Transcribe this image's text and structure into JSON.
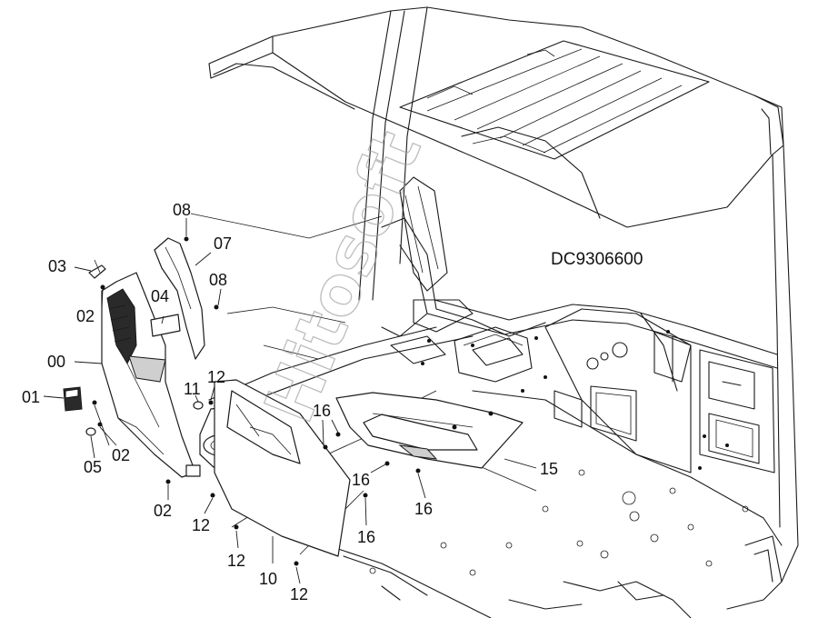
{
  "drawing_code": "DC9306600",
  "watermark": "Hitosoft",
  "callouts": {
    "c00": "00",
    "c01": "01",
    "c02a": "02",
    "c02b": "02",
    "c02c": "02",
    "c03": "03",
    "c04": "04",
    "c05": "05",
    "c07": "07",
    "c08a": "08",
    "c08b": "08",
    "c10": "10",
    "c11": "11",
    "c12a": "12",
    "c12b": "12",
    "c12c": "12",
    "c12d": "12",
    "c15": "15",
    "c16a": "16",
    "c16b": "16",
    "c16c": "16",
    "c16d": "16"
  }
}
